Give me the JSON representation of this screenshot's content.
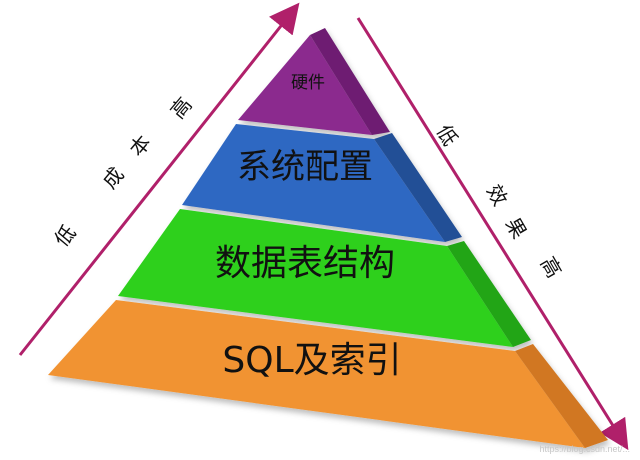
{
  "layers": [
    {
      "label": "硬件",
      "color": "#8B2A8E",
      "side_color": "#6E1F72"
    },
    {
      "label": "系统配置",
      "color": "#2E67C2",
      "side_color": "#244F96"
    },
    {
      "label": "数据表结构",
      "color": "#2DD01E",
      "side_color": "#23A519"
    },
    {
      "label": "SQL及索引",
      "color": "#F19333",
      "side_color": "#D17720"
    }
  ],
  "cost_axis": {
    "low": "低",
    "word": "成本",
    "high": "高",
    "color": "#B0206A"
  },
  "effect_axis": {
    "low": "低",
    "word": "效果",
    "high": "高",
    "color": "#B0206A"
  },
  "watermark": "https://blog.csdn.net/..."
}
